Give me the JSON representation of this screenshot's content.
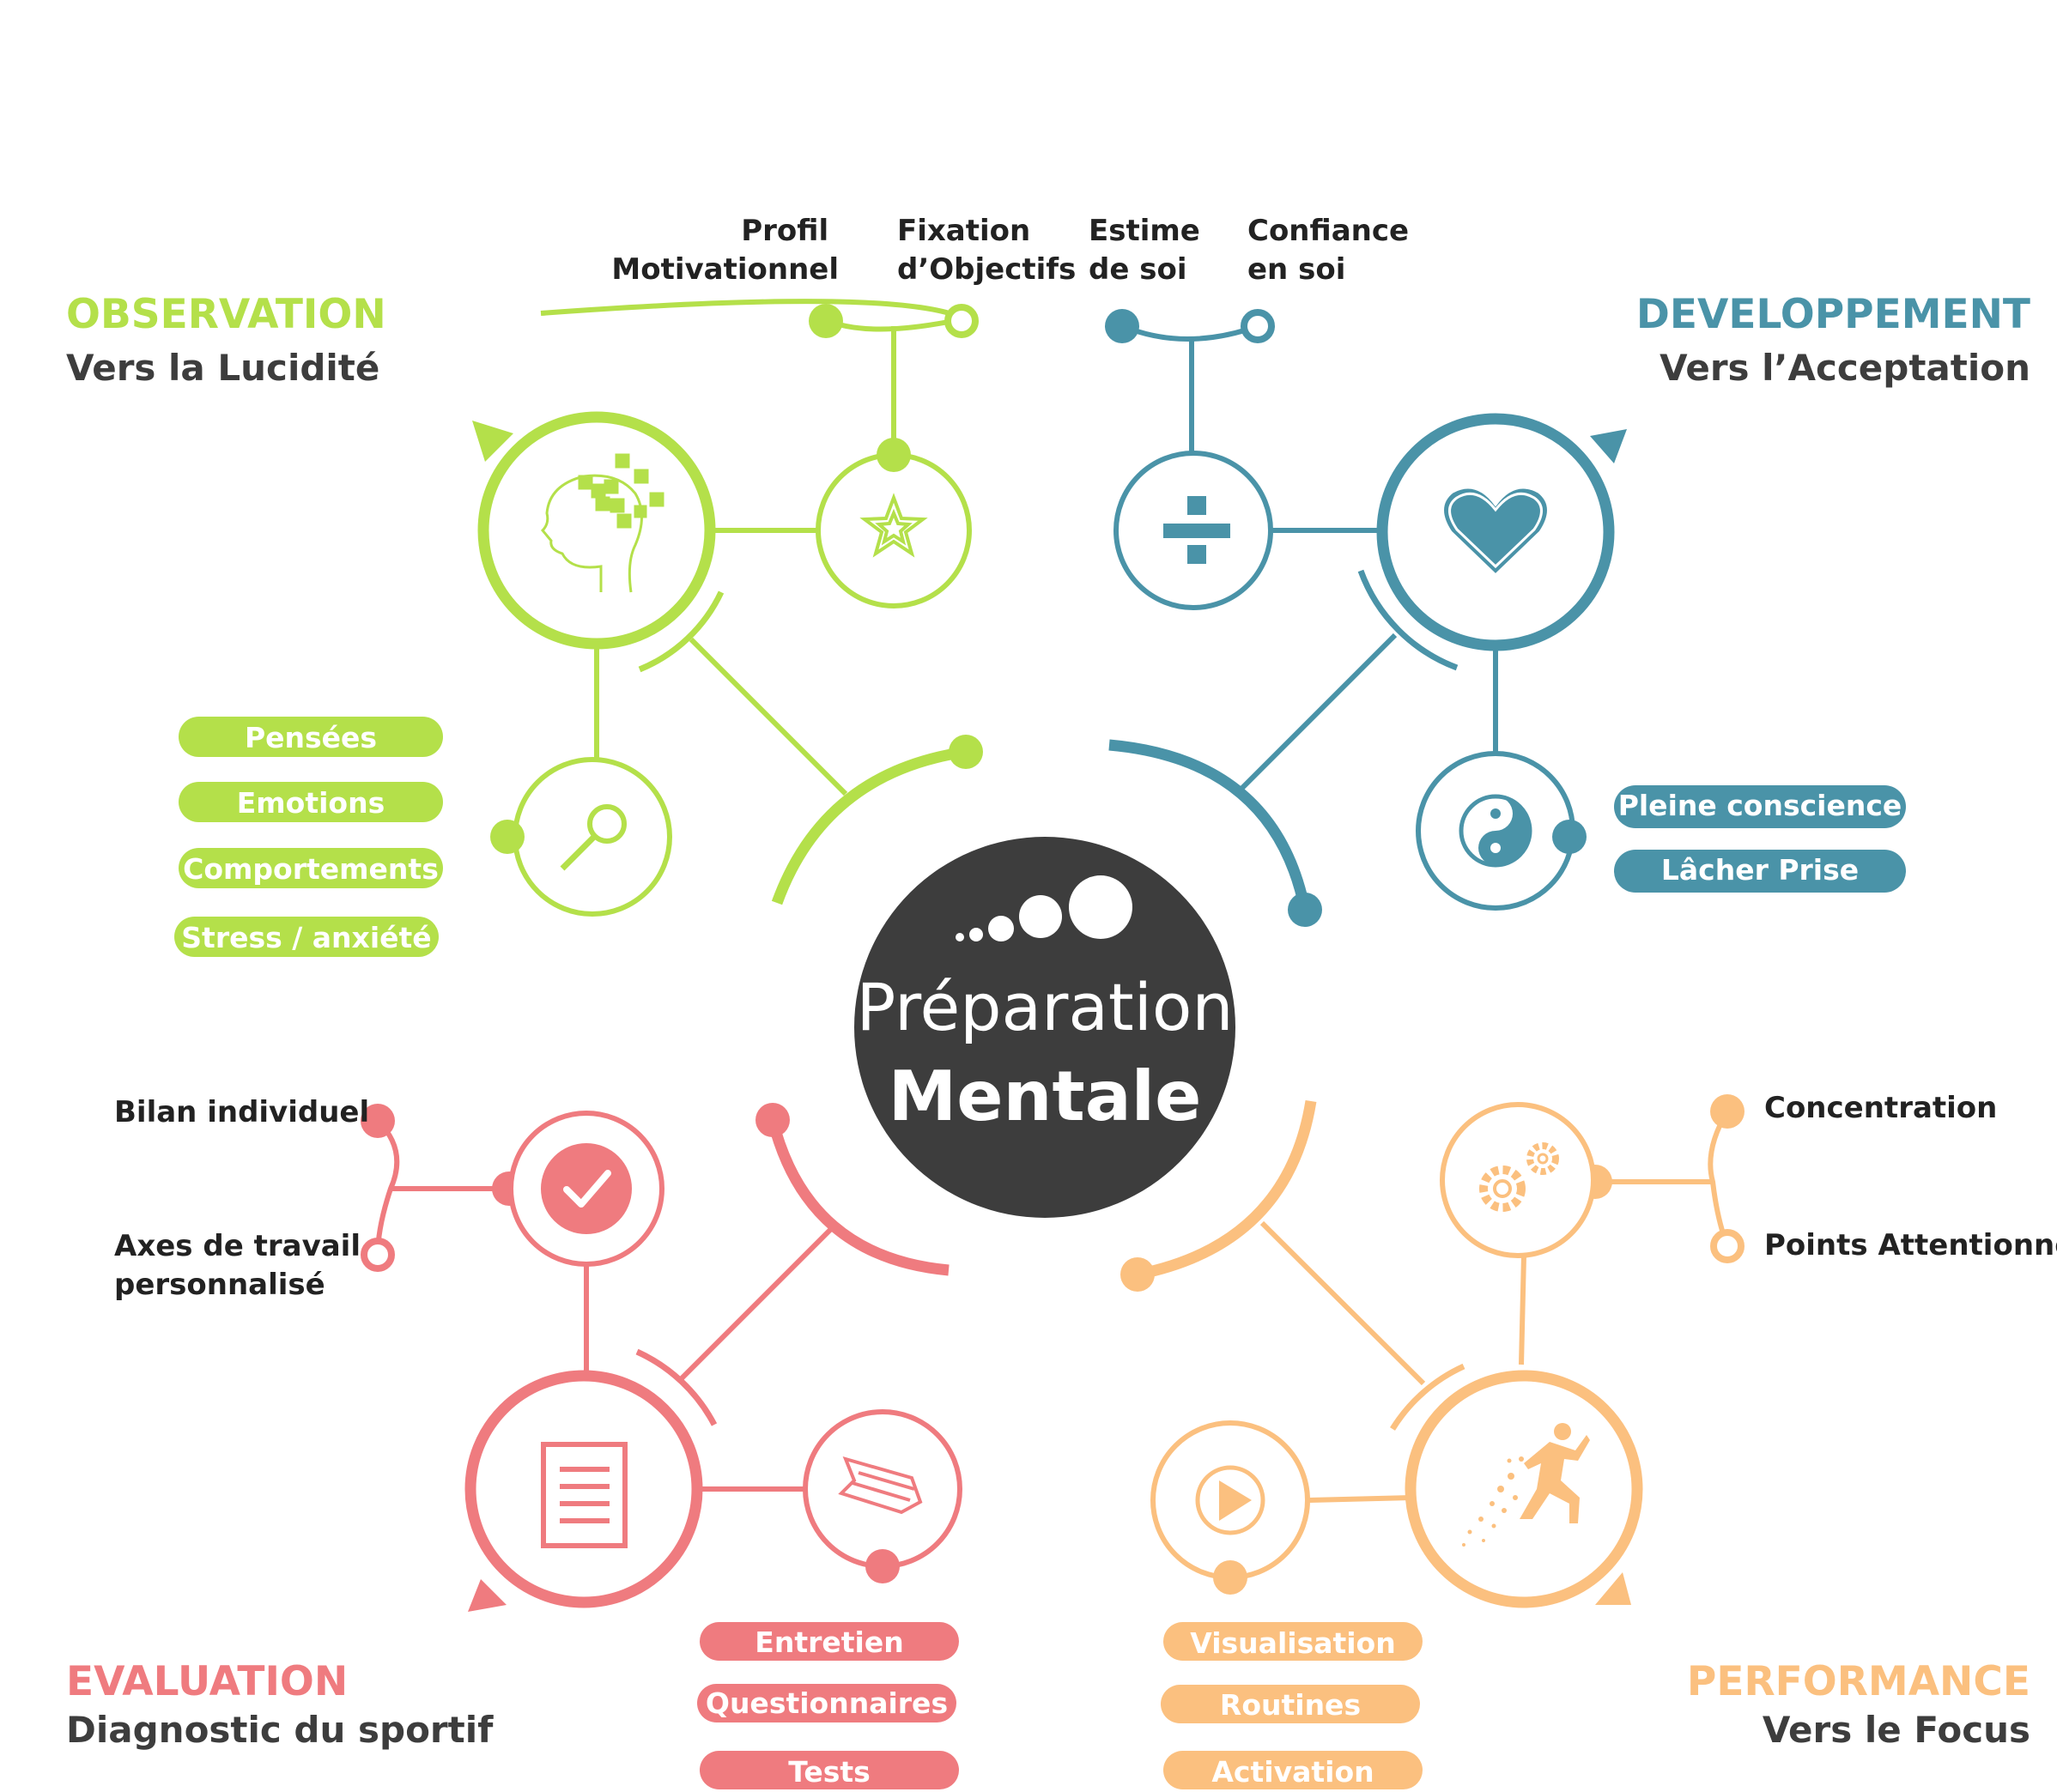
{
  "colors": {
    "observation": "#b4e04a",
    "developpement": "#4a93a8",
    "evaluation": "#ef7b7f",
    "performance": "#fbc07f",
    "center": "#3d3d3d",
    "text": "#222222"
  },
  "center": {
    "line1": "Préparation",
    "line2": "Mentale"
  },
  "observation": {
    "title": "OBSERVATION",
    "subtitle": "Vers la Lucidité",
    "pills": [
      "Pensées",
      "Emotions",
      "Comportements",
      "Stress / anxiété"
    ],
    "labels": {
      "profil": [
        "Profil",
        "Motivationnel"
      ],
      "fixation": [
        "Fixation",
        "d’Objectifs"
      ]
    },
    "icons": {
      "main": "head-puzzle-icon",
      "star": "star-icon",
      "search": "magnifier-icon"
    }
  },
  "developpement": {
    "title": "DEVELOPPEMENT",
    "subtitle": "Vers l’Acceptation",
    "pills": [
      "Pleine conscience",
      "Lâcher Prise"
    ],
    "labels": {
      "estime": [
        "Estime",
        "de soi"
      ],
      "confiance": [
        "Confiance",
        "en soi"
      ]
    },
    "icons": {
      "main": "heart-icon",
      "plus": "plus-icon",
      "yin": "yin-yang-icon"
    }
  },
  "evaluation": {
    "title": "EVALUATION",
    "subtitle": "Diagnostic du sportif",
    "pills": [
      "Entretien",
      "Questionnaires",
      "Tests"
    ],
    "labels": {
      "bilan": "Bilan individuel",
      "axes": [
        "Axes de travail",
        "personnalisé"
      ]
    },
    "icons": {
      "main": "document-icon",
      "check": "check-icon",
      "pencil": "pencil-icon"
    }
  },
  "performance": {
    "title": "PERFORMANCE",
    "subtitle": "Vers le Focus",
    "pills": [
      "Visualisation",
      "Routines",
      "Activation"
    ],
    "labels": {
      "concentration": "Concentration",
      "points": "Points Attentionnels"
    },
    "icons": {
      "main": "runner-icon",
      "gears": "gears-icon",
      "play": "play-icon"
    }
  }
}
